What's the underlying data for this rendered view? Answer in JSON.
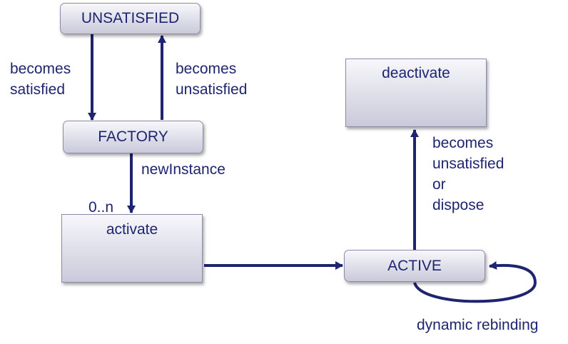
{
  "states": {
    "unsatisfied": "UNSATISFIED",
    "factory": "FACTORY",
    "activate": "activate",
    "active": "ACTIVE",
    "deactivate": "deactivate"
  },
  "transitions": {
    "becomes_satisfied": [
      "becomes",
      "satisfied"
    ],
    "becomes_unsatisfied": [
      "becomes",
      "unsatisfied"
    ],
    "new_instance": "newInstance",
    "multiplicity": "0..n",
    "unsatisfied_or_dispose": [
      "becomes",
      "unsatisfied",
      "or",
      "dispose"
    ],
    "dynamic_rebinding": "dynamic rebinding"
  },
  "colors": {
    "arrow": "#1f2470",
    "text": "#1f2470",
    "box_border": "#8c8ca6"
  }
}
